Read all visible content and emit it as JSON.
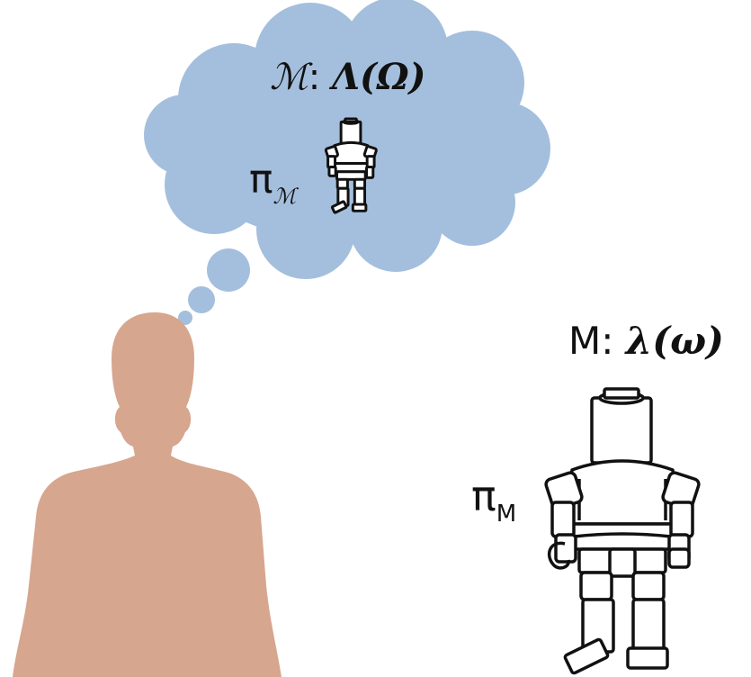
{
  "colors": {
    "cloud_fill": "#a4bfdd",
    "human_fill": "#d7a68e",
    "robot_stroke": "#111111"
  },
  "icons": [
    "thought-cloud",
    "human-silhouette-icon",
    "robot-icon"
  ],
  "thought_cloud": {
    "label_symbol": "ℳ",
    "label_sep": ": ",
    "label_func": "𝜦(𝜴)",
    "policy_label": "π",
    "policy_sub": "ℳ"
  },
  "robot": {
    "label_symbol": "M: ",
    "label_func": "𝝀(𝝎)",
    "policy_label": "π",
    "policy_sub": "M"
  }
}
